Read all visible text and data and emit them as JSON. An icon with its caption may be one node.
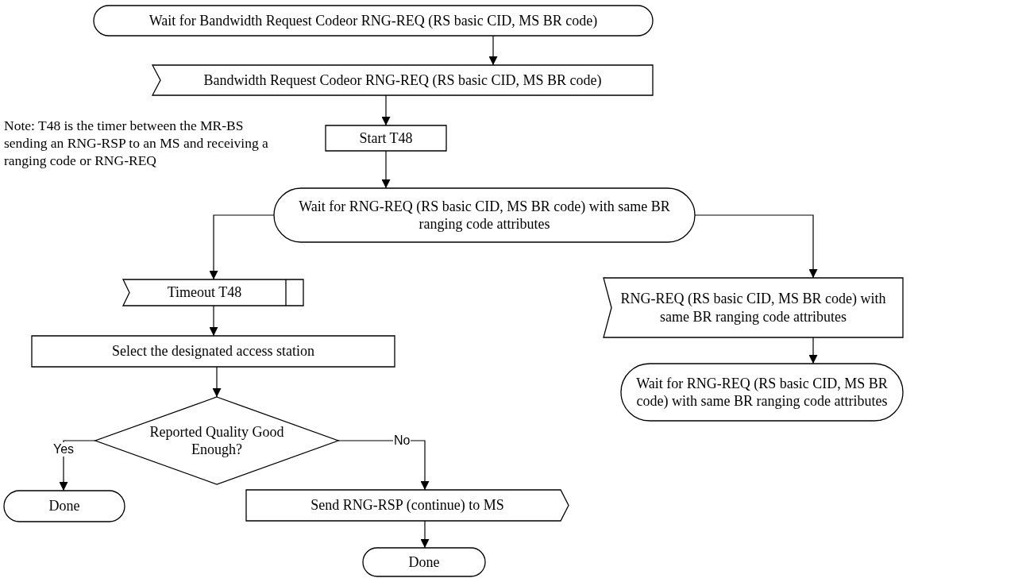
{
  "diagram": {
    "nodes": [
      {
        "text": [
          "Wait for Bandwidth Request Codeor RNG-REQ (RS basic CID, MS BR code)"
        ]
      },
      {
        "text": [
          "Bandwidth Request Codeor RNG-REQ (RS basic CID, MS BR code)"
        ]
      },
      {
        "text": [
          "Start T48"
        ]
      },
      {
        "text": [
          "Wait for RNG-REQ (RS basic CID, MS BR code) with same BR ranging code attributes"
        ]
      },
      {
        "text": [
          "Timeout T48"
        ]
      },
      {
        "text": [
          "Select the designated access station"
        ]
      },
      {
        "text": [
          "Reported Quality Good Enough?"
        ]
      },
      {
        "text": [
          "Done"
        ]
      },
      {
        "text": [
          "Send RNG-RSP (continue) to MS"
        ]
      },
      {
        "text": [
          "Done"
        ]
      },
      {
        "text": [
          "RNG-REQ (RS basic CID, MS BR code) with same BR ranging code attributes"
        ]
      },
      {
        "text": [
          "Wait for RNG-REQ (RS basic CID, MS BR code) with same BR ranging code attributes"
        ]
      }
    ],
    "edges": [
      {
        "from": 0,
        "to": 1,
        "arrow": "to"
      },
      {
        "from": 1,
        "to": 2,
        "arrow": "to"
      },
      {
        "from": 2,
        "to": 3,
        "arrow": "to"
      },
      {
        "from": 3,
        "to": 4,
        "arrow": "to"
      },
      {
        "from": 4,
        "to": 5,
        "arrow": "to"
      },
      {
        "from": 5,
        "to": 6,
        "arrow": "to"
      },
      {
        "from": 6,
        "to": 7,
        "arrow": "to",
        "label": "Yes"
      },
      {
        "from": 6,
        "to": 8,
        "arrow": "to",
        "label": "No"
      },
      {
        "from": 8,
        "to": 9,
        "arrow": "to"
      },
      {
        "from": 3,
        "to": 10,
        "arrow": "to"
      },
      {
        "from": 10,
        "to": 11,
        "arrow": "to"
      }
    ],
    "labels": [
      "Note: T48 is the timer between the MR-BS sending an RNG-RSP to an MS and receiving a ranging code or RNG-REQ"
    ]
  }
}
